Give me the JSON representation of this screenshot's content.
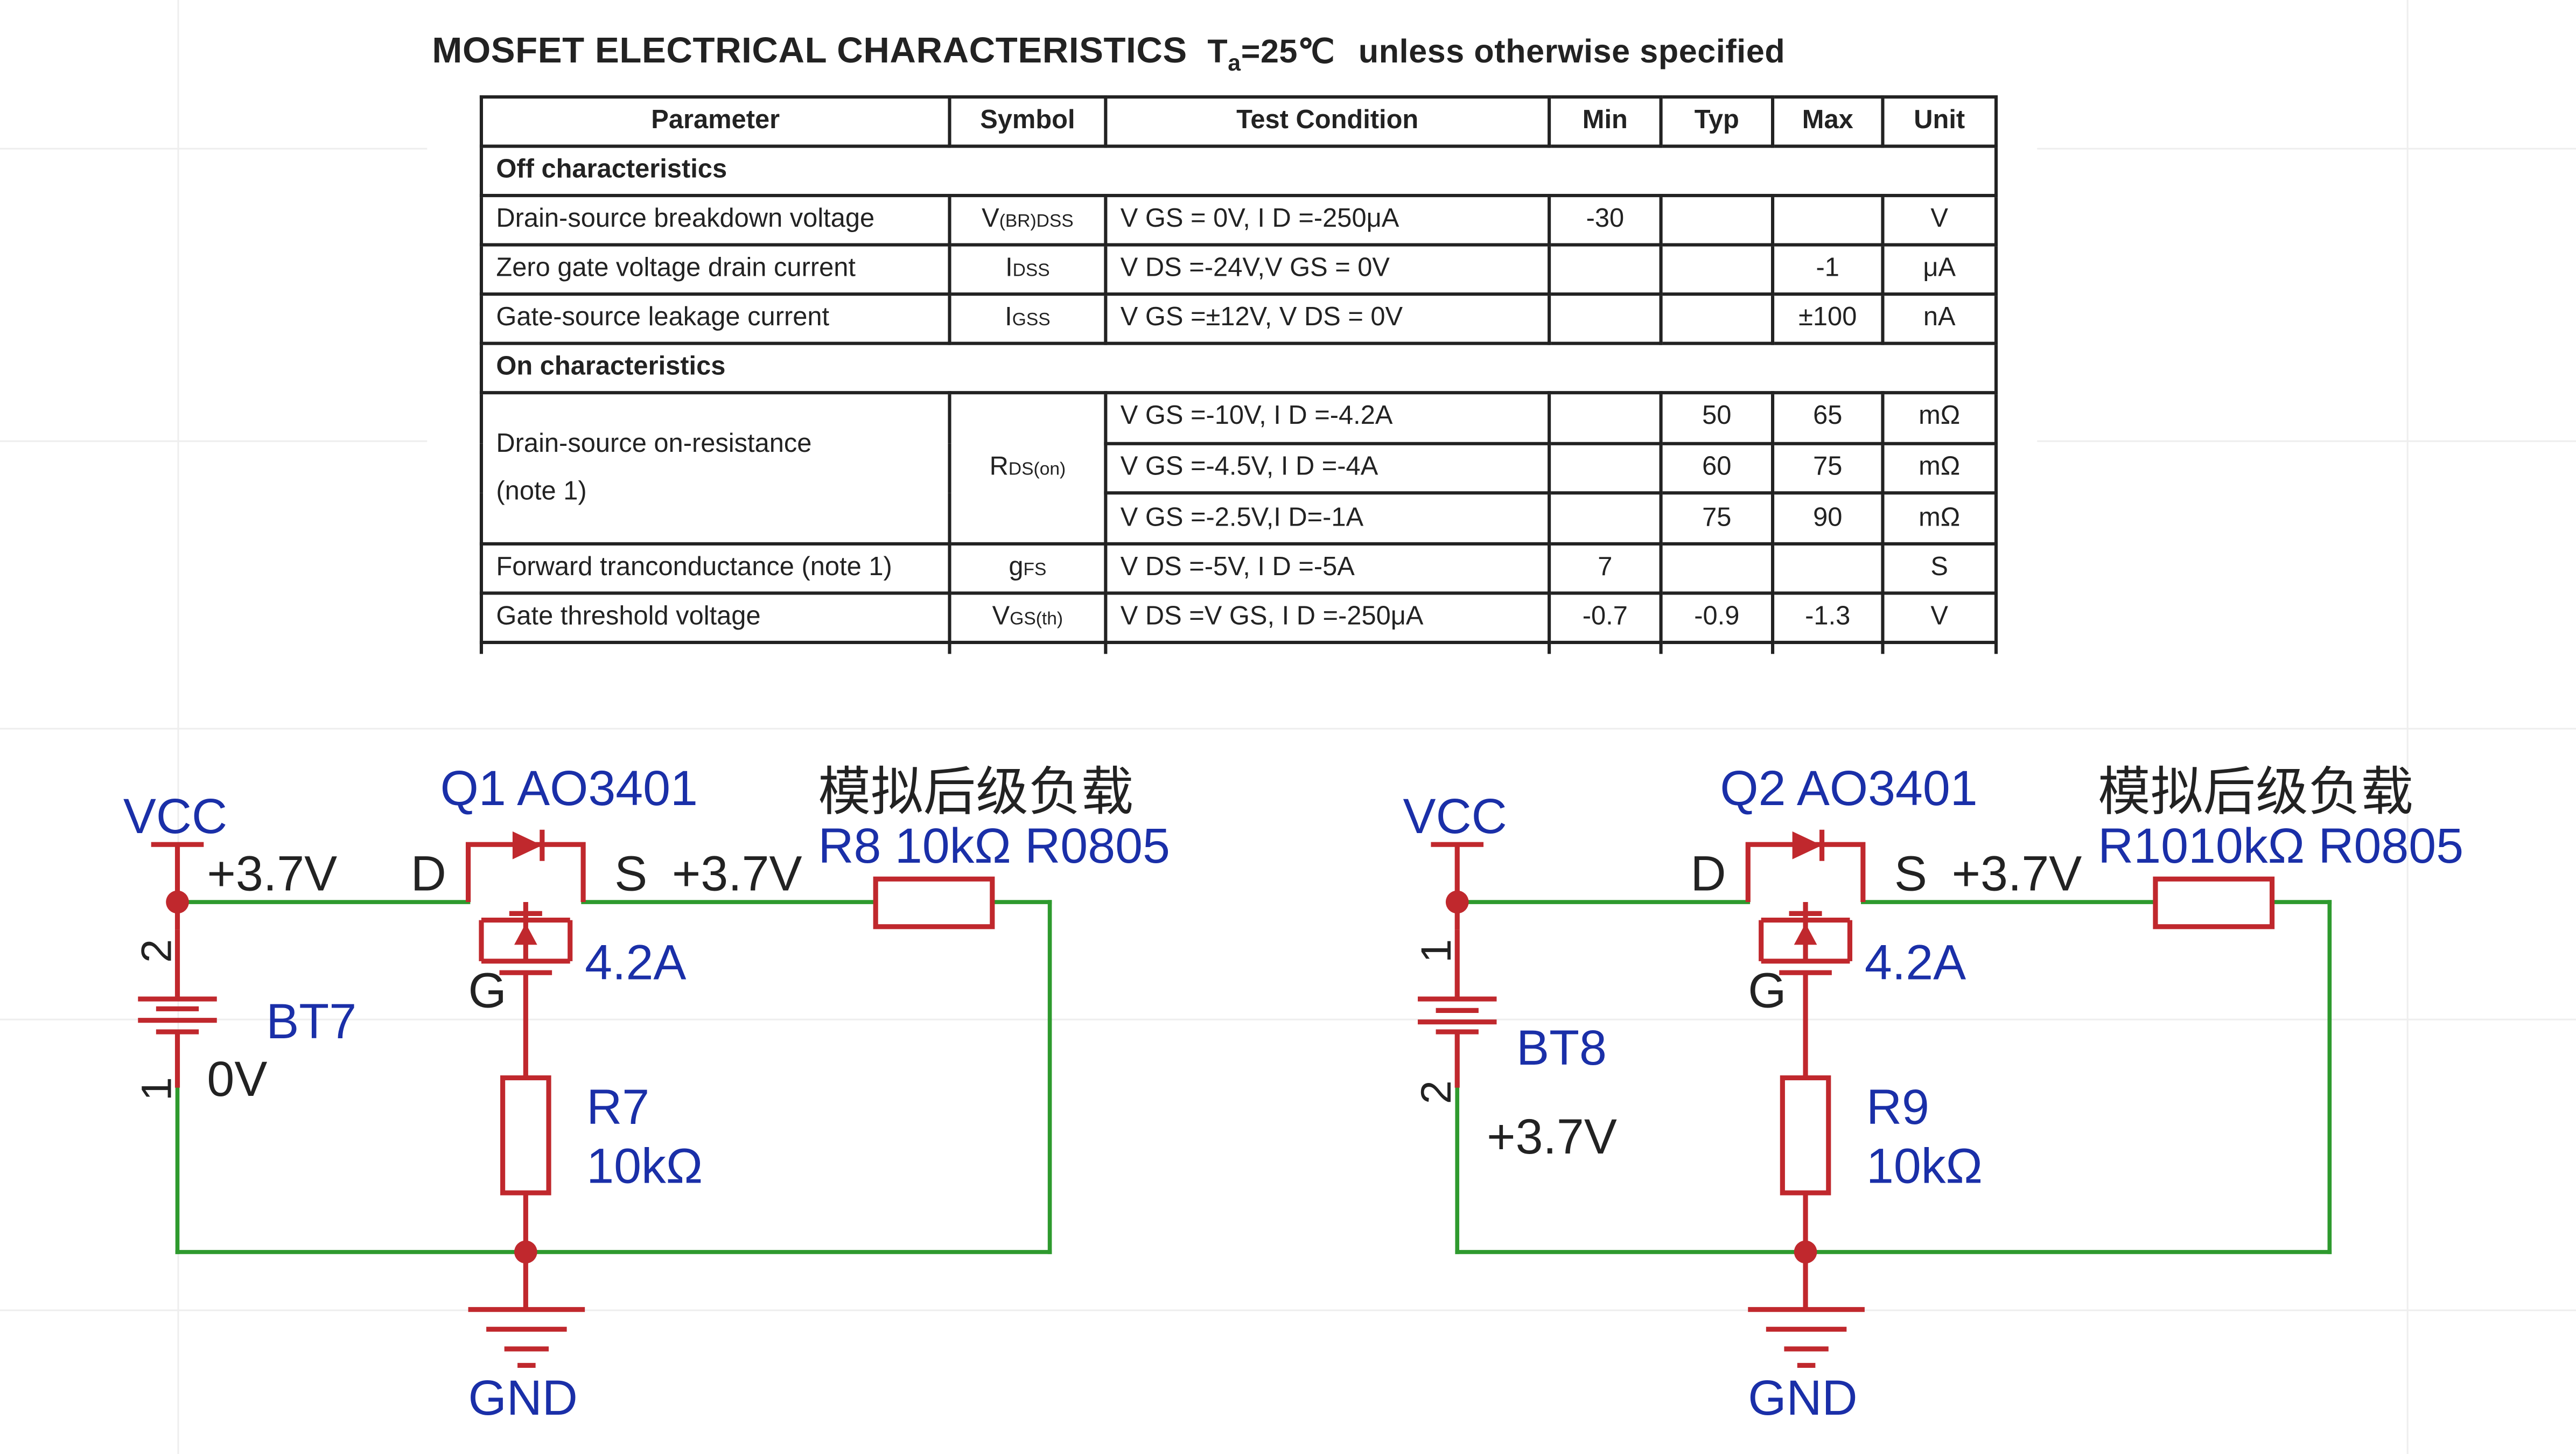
{
  "header": {
    "title": "MOSFET  ELECTRICAL CHARACTERISTICS",
    "temp_T": "T",
    "temp_sub": "a",
    "temp_value": "=25℃",
    "condition": "unless otherwise specified"
  },
  "table": {
    "headers": [
      "Parameter",
      "Symbol",
      "Test Condition",
      "Min",
      "Typ",
      "Max",
      "Unit"
    ],
    "sections": {
      "off": "Off characteristics",
      "on": "On characteristics"
    },
    "rows": {
      "bvdss": {
        "param": "Drain-source breakdown voltage",
        "sym": "V",
        "sym_sub": "(BR)DSS",
        "cond": "V GS = 0V, I D =-250μA",
        "min": "-30",
        "typ": "",
        "max": "",
        "unit": "V"
      },
      "idss": {
        "param": "Zero gate voltage drain current",
        "sym": "I",
        "sym_sub": "DSS",
        "cond": "V DS =-24V,V GS = 0V",
        "min": "",
        "typ": "",
        "max": "-1",
        "unit": "μA"
      },
      "igss": {
        "param": "Gate-source leakage current",
        "sym": "I",
        "sym_sub": "GSS",
        "cond": "V GS =±12V, V DS = 0V",
        "min": "",
        "typ": "",
        "max": "±100",
        "unit": "nA"
      },
      "rds": {
        "param_line1": "Drain-source on-resistance",
        "param_line2": "(note 1)",
        "sym": "R",
        "sym_sub": "DS(on)",
        "sub": [
          {
            "cond": "V GS =-10V, I D =-4.2A",
            "typ": "50",
            "max": "65",
            "unit": "mΩ"
          },
          {
            "cond": "V GS =-4.5V, I D =-4A",
            "typ": "60",
            "max": "75",
            "unit": "mΩ"
          },
          {
            "cond": "V GS =-2.5V,I D=-1A",
            "typ": "75",
            "max": "90",
            "unit": "mΩ"
          }
        ]
      },
      "gfs": {
        "param": "Forward tranconductance (note 1)",
        "sym": "g",
        "sym_sub": "FS",
        "cond": "V DS =-5V, I D =-5A",
        "min": "7",
        "typ": "",
        "max": "",
        "unit": "S"
      },
      "vth": {
        "param": "Gate threshold voltage",
        "sym": "V",
        "sym_sub": "GS(th)",
        "cond": "V DS =V GS, I D =-250μA",
        "min": "-0.7",
        "typ": "-0.9",
        "max": "-1.3",
        "unit": "V"
      }
    }
  },
  "circuit1": {
    "vcc": "VCC",
    "batt_net": "+3.7V",
    "q_label": "Q1 AO3401",
    "load_label": "模拟后级负载",
    "pin_d": "D",
    "pin_s": "S",
    "pin_g": "G",
    "s_net": "+3.7V",
    "r_load": "R8  10kΩ  R0805",
    "current": "4.2A",
    "batt_pin_top": "2",
    "batt_pin_bot": "1",
    "batt_name": "BT7",
    "batt_bot_net": "0V",
    "r_gate_name": "R7",
    "r_gate_val": "10kΩ",
    "gnd": "GND"
  },
  "circuit2": {
    "vcc": "VCC",
    "q_label": "Q2 AO3401",
    "load_label": "模拟后级负载",
    "pin_d": "D",
    "pin_s": "S",
    "pin_g": "G",
    "s_net": "+3.7V",
    "r_load": "R1010kΩ  R0805",
    "current": "4.2A",
    "batt_pin_top": "1",
    "batt_pin_bot": "2",
    "batt_name": "BT8",
    "batt_bot_net": "+3.7V",
    "r_gate_name": "R9",
    "r_gate_val": "10kΩ",
    "gnd": "GND"
  },
  "colors": {
    "wire": "#2e9a2e",
    "component": "#c0282d",
    "label": "#1a2fa8",
    "text": "#222222"
  }
}
